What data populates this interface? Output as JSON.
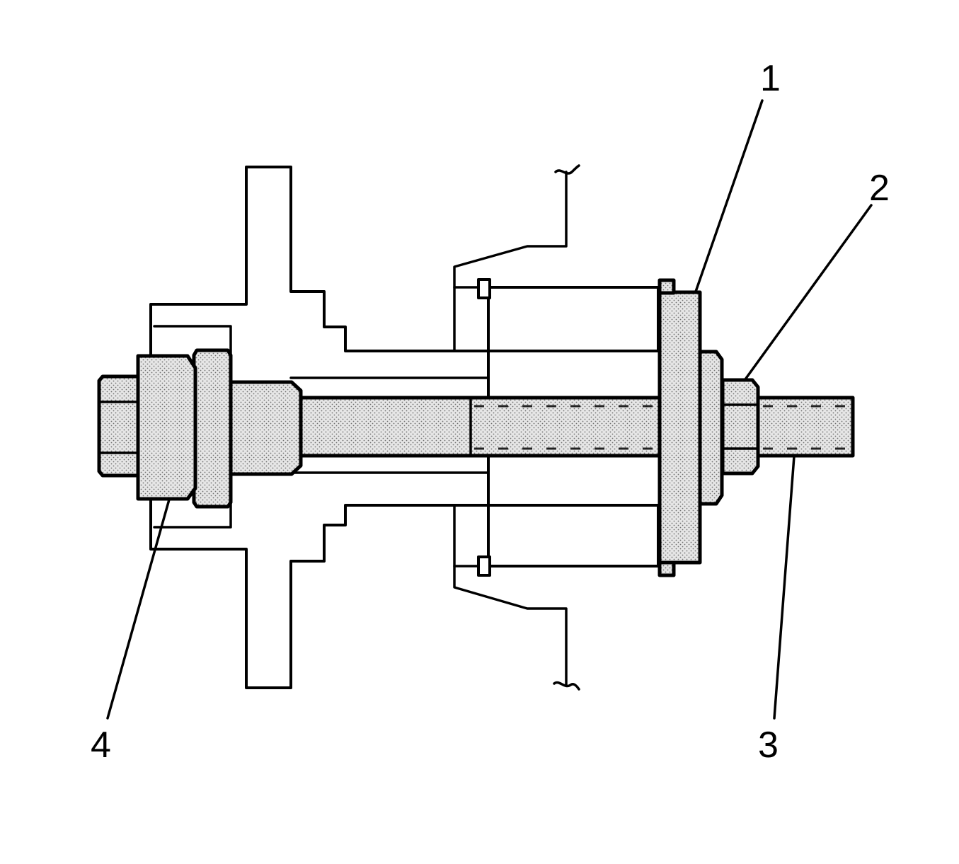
{
  "diagram": {
    "callouts": [
      {
        "id": "1",
        "label": "1"
      },
      {
        "id": "2",
        "label": "2"
      },
      {
        "id": "3",
        "label": "3"
      },
      {
        "id": "4",
        "label": "4"
      }
    ],
    "colors": {
      "ink": "#000000",
      "fill": "#ffffff",
      "stipple_base": "#e6e6e6",
      "stipple_dot": "#707070"
    }
  }
}
